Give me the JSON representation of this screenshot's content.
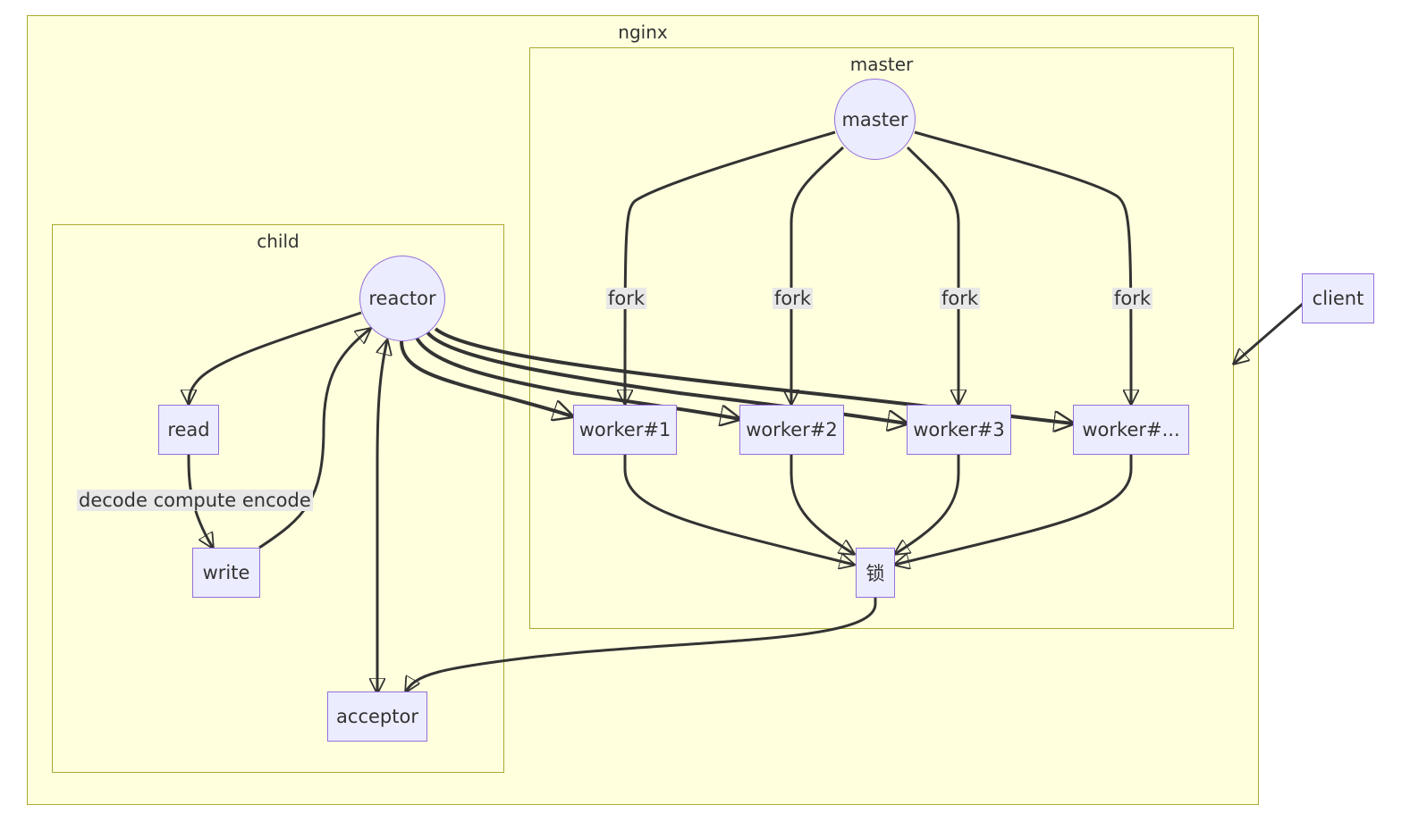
{
  "clusters": {
    "nginx": "nginx",
    "master": "master",
    "child": "child"
  },
  "nodes": {
    "master": "master",
    "reactor": "reactor",
    "read": "read",
    "write": "write",
    "acceptor": "acceptor",
    "worker1": "worker#1",
    "worker2": "worker#2",
    "worker3": "worker#3",
    "worker4": "worker#...",
    "lock": "锁",
    "client": "client"
  },
  "edge_labels": {
    "fork1": "fork",
    "fork2": "fork",
    "fork3": "fork",
    "fork4": "fork",
    "read_write": "decode compute encode"
  },
  "colors": {
    "cluster_fill": "#ffffde",
    "cluster_border": "#aaaa33",
    "node_fill": "#ececff",
    "node_border": "#9370db",
    "edge": "#333333",
    "label_bg": "#e8e8e8"
  }
}
